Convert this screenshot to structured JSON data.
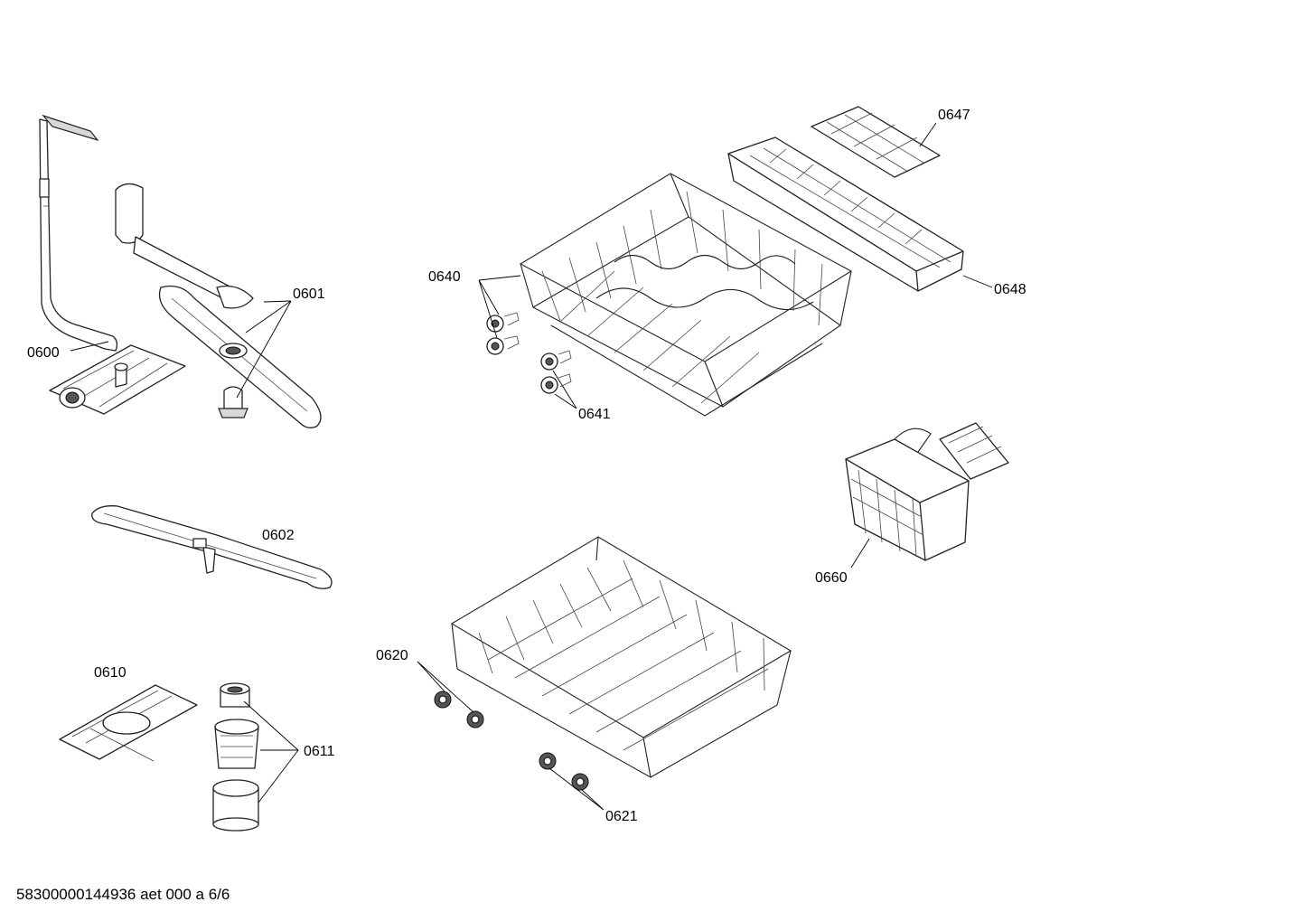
{
  "callouts": {
    "c0600": "0600",
    "c0601": "0601",
    "c0602": "0602",
    "c0610": "0610",
    "c0611": "0611",
    "c0620": "0620",
    "c0621": "0621",
    "c0640": "0640",
    "c0641": "0641",
    "c0647": "0647",
    "c0648": "0648",
    "c0660": "0660"
  },
  "footer": "58300000144936 aet 000 a 6/6"
}
